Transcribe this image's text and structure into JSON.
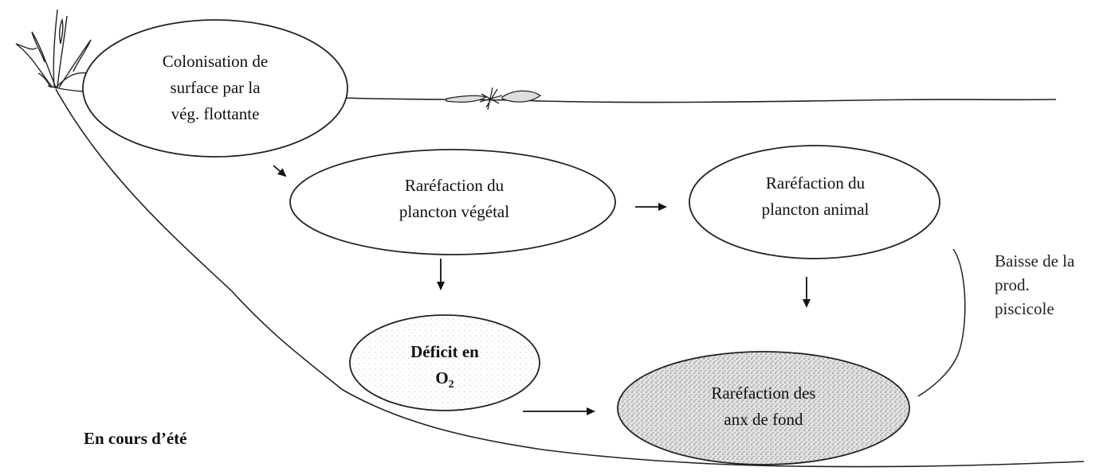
{
  "nodes": {
    "colonisation": {
      "lines": [
        "Colonisation de",
        "surface par la",
        "vég. flottante"
      ]
    },
    "phyto": {
      "lines": [
        "Raréfaction du",
        "plancton végétal"
      ]
    },
    "zoo": {
      "lines": [
        "Raréfaction du",
        "plancton animal"
      ]
    },
    "deficit": {
      "line1": "Déficit en",
      "line2": "O",
      "line2_sub": "2"
    },
    "benthos": {
      "lines": [
        "Raréfaction des",
        "anx de fond"
      ]
    }
  },
  "side_label": {
    "lines": [
      "Baisse de la",
      "prod.",
      "piscicole"
    ]
  },
  "season_label": "En cours d’été",
  "colors": {
    "stroke": "#222222",
    "stipple": "#8a8a8a"
  },
  "icons": [
    "reed-plant-icon",
    "floating-plant-icon"
  ]
}
